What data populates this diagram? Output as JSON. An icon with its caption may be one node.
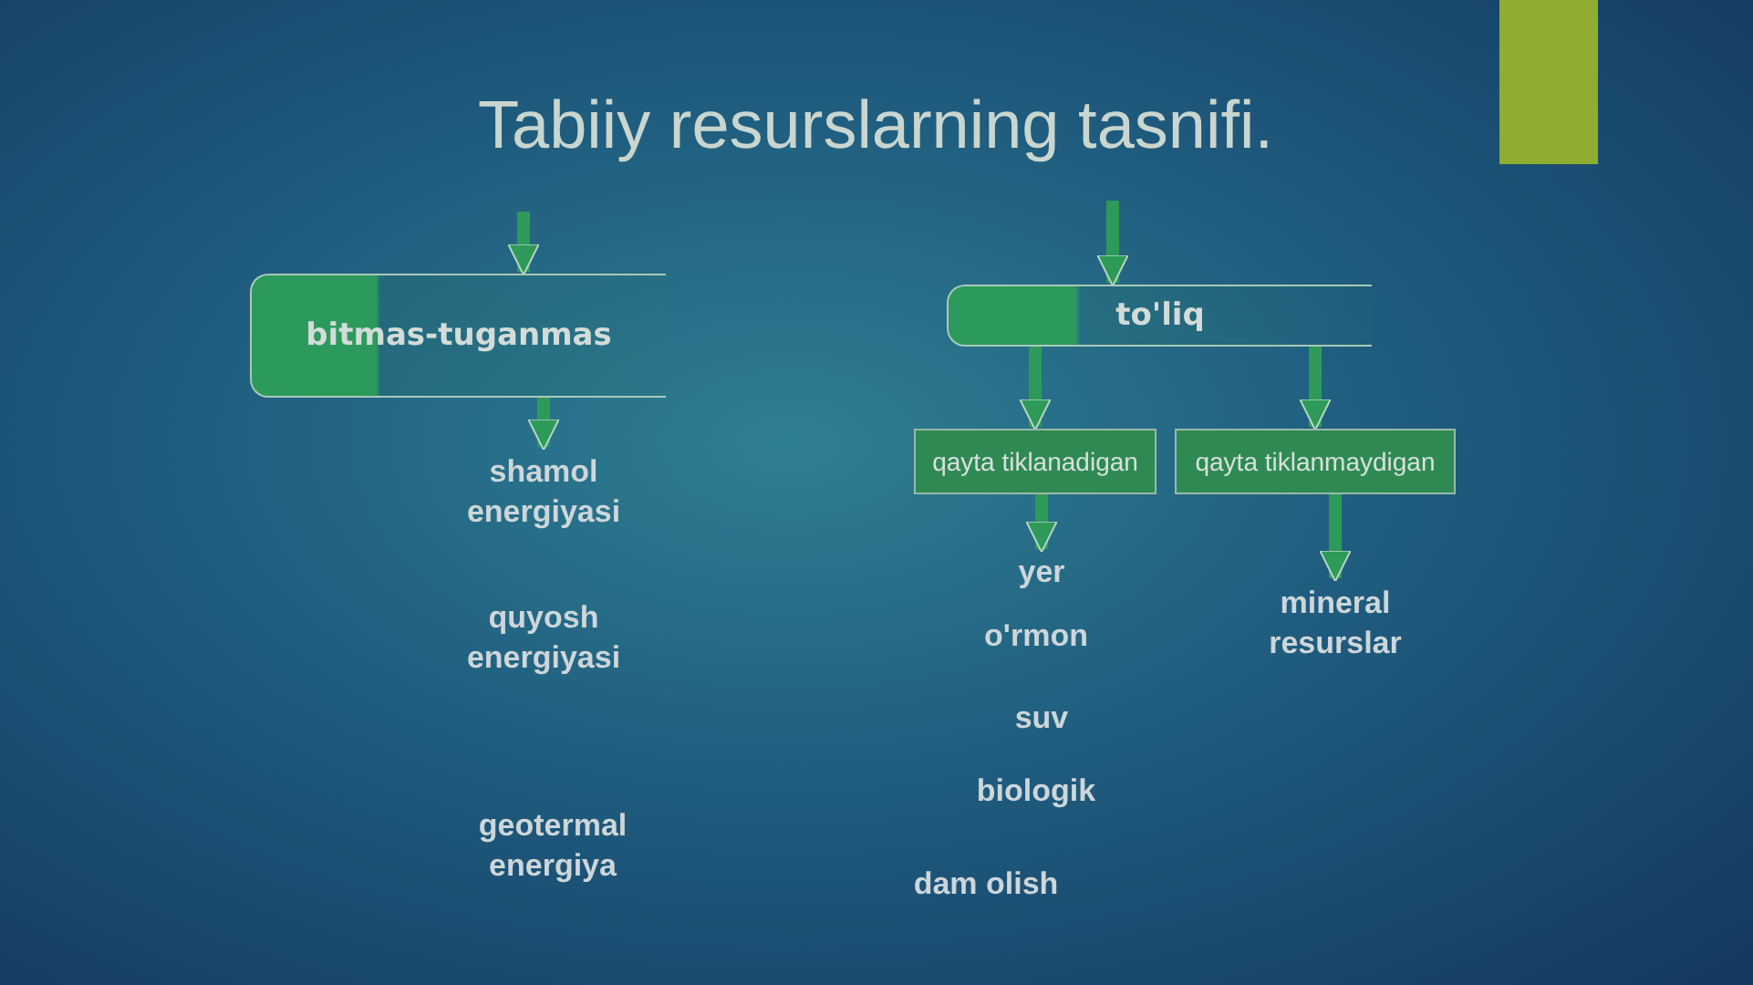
{
  "diagram": {
    "title": "Tabiiy resurslarning tasnifi.",
    "nodes": [
      {
        "text": [
          "bitmas-tuganmas"
        ]
      },
      {
        "text": [
          "shamol energiyasi"
        ]
      },
      {
        "text": [
          "quyosh energiyasi"
        ]
      },
      {
        "text": [
          "geotermal energiya"
        ]
      },
      {
        "text": [
          "to'liq"
        ]
      },
      {
        "text": [
          "qayta tiklanadigan"
        ]
      },
      {
        "text": [
          "qayta tiklanmaydigan"
        ]
      },
      {
        "text": [
          "yer"
        ]
      },
      {
        "text": [
          "o'rmon"
        ]
      },
      {
        "text": [
          "suv"
        ]
      },
      {
        "text": [
          "biologik"
        ]
      },
      {
        "text": [
          "dam olish"
        ]
      },
      {
        "text": [
          "mineral resurslar"
        ]
      }
    ],
    "edges": [
      {
        "from": null,
        "to": 0,
        "arrow": "to"
      },
      {
        "from": 0,
        "to": 1,
        "arrow": "to"
      },
      {
        "from": null,
        "to": 4,
        "arrow": "to"
      },
      {
        "from": 4,
        "to": 5,
        "arrow": "to"
      },
      {
        "from": 4,
        "to": 6,
        "arrow": "to"
      },
      {
        "from": 5,
        "to": 7,
        "arrow": "to"
      },
      {
        "from": 6,
        "to": 12,
        "arrow": "to"
      }
    ]
  }
}
